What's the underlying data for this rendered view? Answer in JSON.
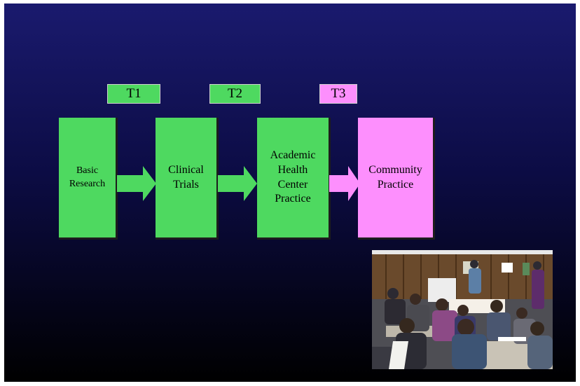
{
  "colors": {
    "green": "#4ed960",
    "pink": "#fd8ffd",
    "background_top": "#1a1a6e",
    "background_bottom": "#000000"
  },
  "stages": [
    {
      "label": "Basic\nResearch"
    },
    {
      "label": "Clinical\nTrials"
    },
    {
      "label": "Academic\nHealth\nCenter\nPractice"
    },
    {
      "label": "Community\nPractice"
    }
  ],
  "transitions": [
    {
      "label": "T1"
    },
    {
      "label": "T2"
    },
    {
      "label": "T3"
    }
  ],
  "photo": {
    "alt": "Group meeting in community center"
  }
}
